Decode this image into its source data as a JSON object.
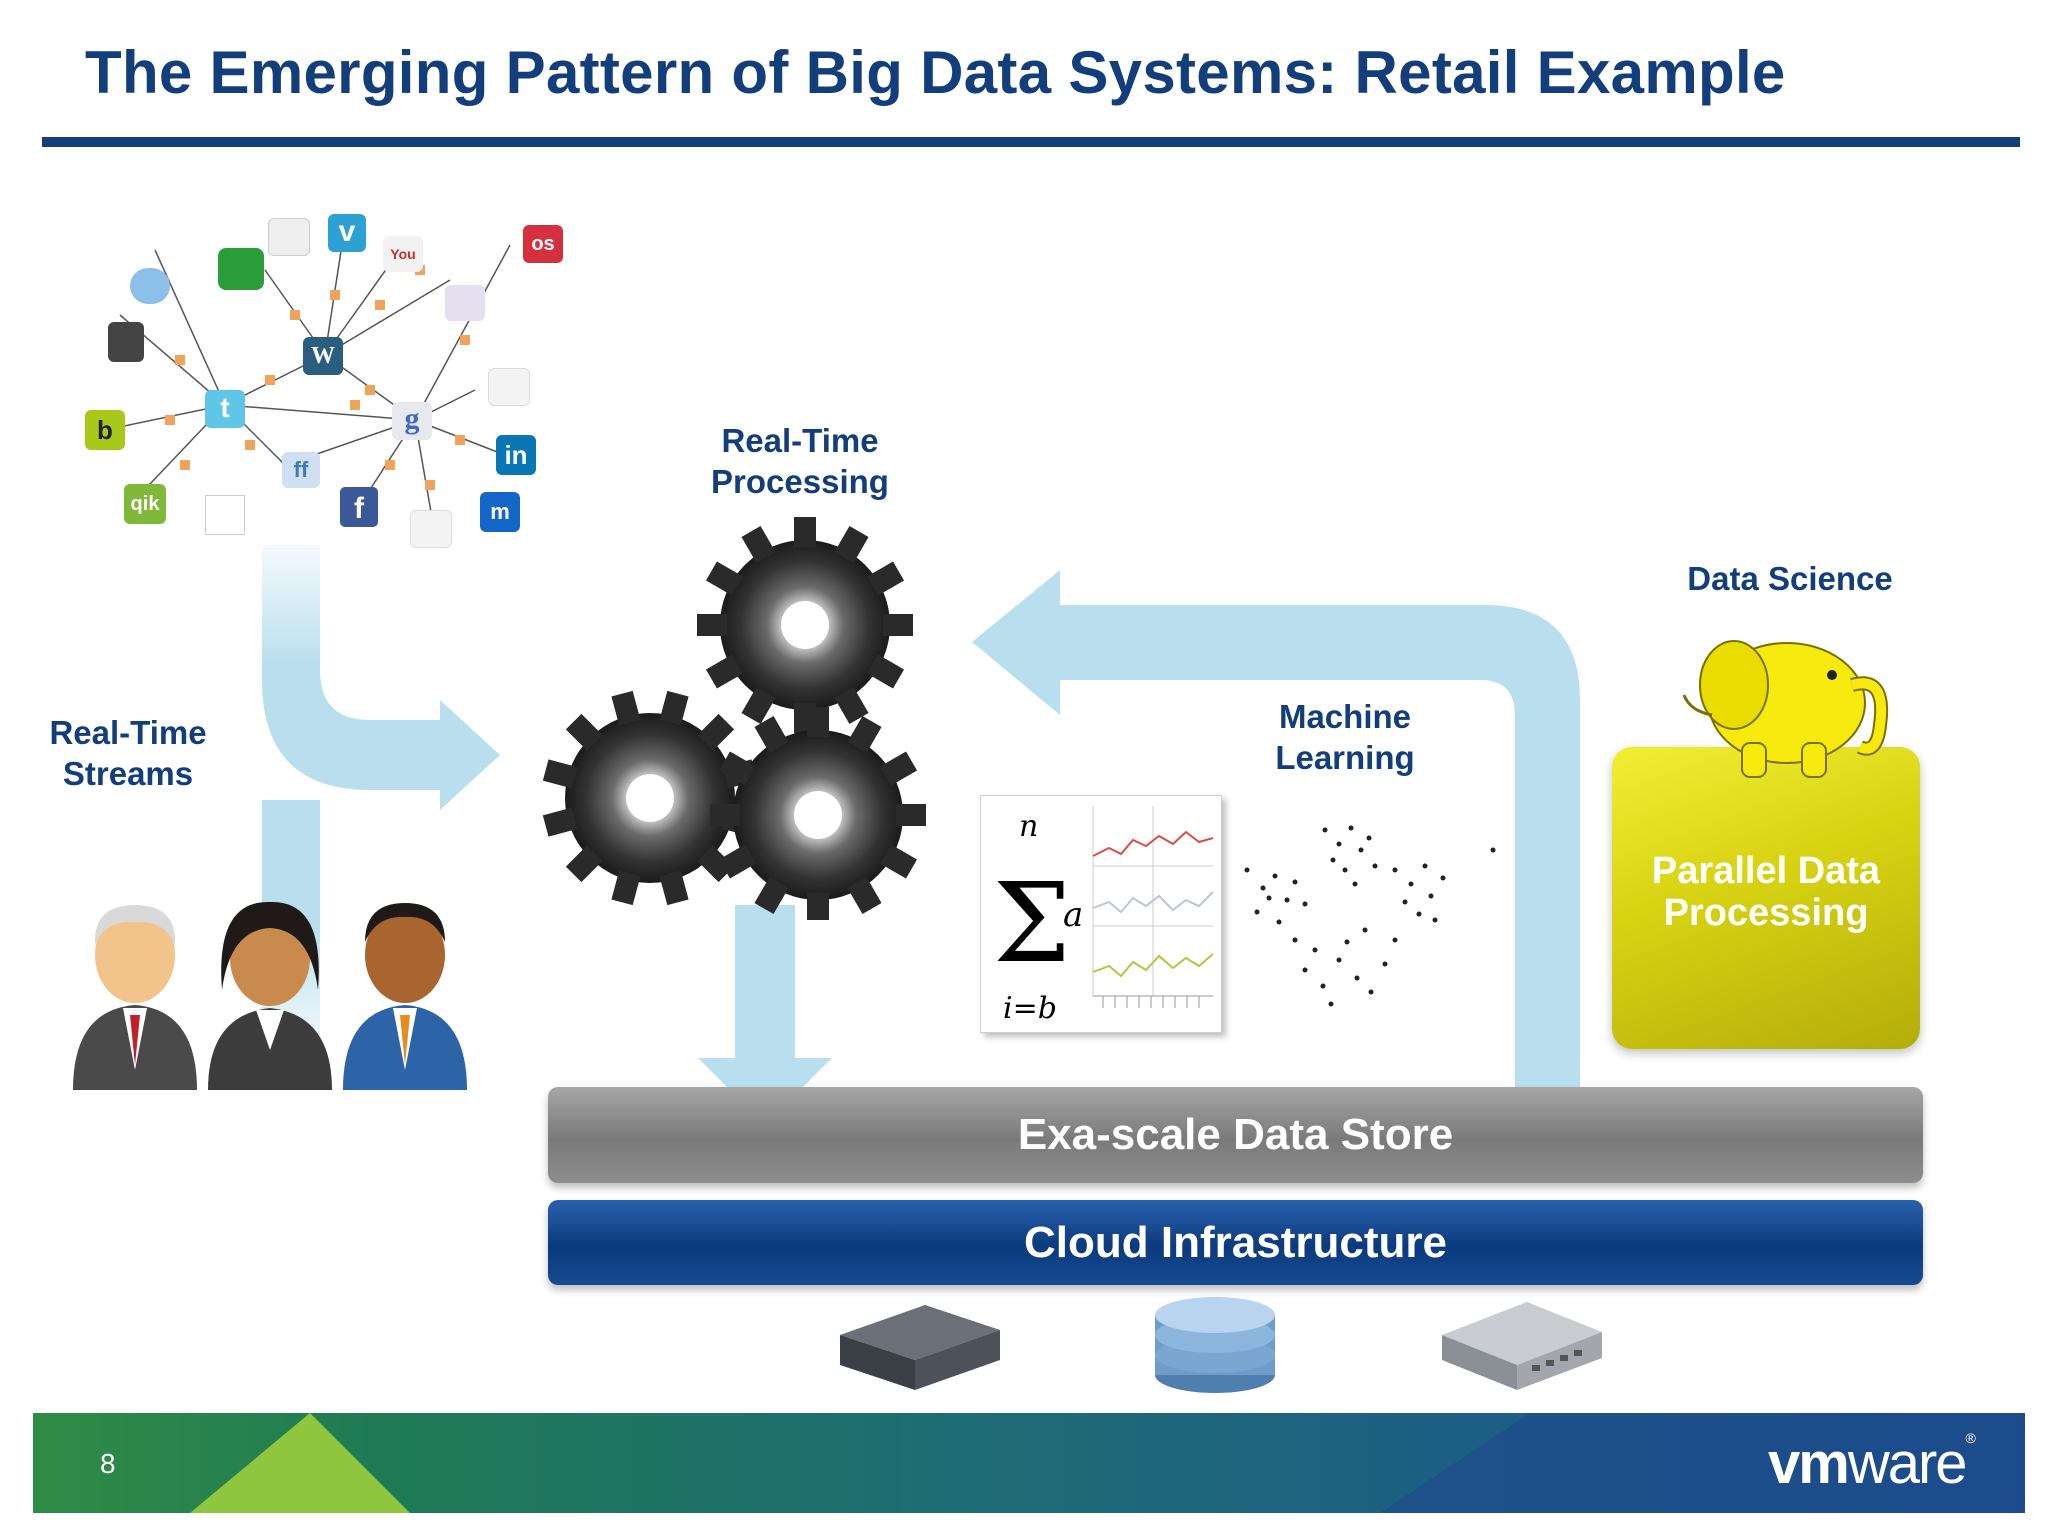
{
  "slide": {
    "title": "The Emerging Pattern of Big Data Systems: Retail Example",
    "page_number": "8"
  },
  "labels": {
    "realtime_streams": "Real-Time Streams",
    "realtime_processing": "Real-Time Processing",
    "machine_learning": "Machine Learning",
    "data_science": "Data Science",
    "parallel_processing": "Parallel Data Processing"
  },
  "layers": {
    "data_store": "Exa-scale Data Store",
    "cloud_infrastructure": "Cloud Infrastructure"
  },
  "formula": {
    "upper": "n",
    "lower": "i=b",
    "term": "a"
  },
  "logo": {
    "main_bold": "vm",
    "main_light": "ware",
    "mark": "®"
  },
  "social_icons": [
    {
      "name": "vimeo",
      "glyph": "v"
    },
    {
      "name": "linkedin",
      "glyph": "in"
    },
    {
      "name": "facebook",
      "glyph": "f"
    },
    {
      "name": "qik",
      "glyph": "qik"
    },
    {
      "name": "lastfm",
      "glyph": "os"
    },
    {
      "name": "google",
      "glyph": "g"
    },
    {
      "name": "wordpress",
      "glyph": "W"
    },
    {
      "name": "twitter",
      "glyph": "t"
    },
    {
      "name": "friendfeed",
      "glyph": "ff"
    },
    {
      "name": "youtube",
      "glyph": "You"
    },
    {
      "name": "blip",
      "glyph": "b"
    },
    {
      "name": "myspace",
      "glyph": "m"
    }
  ],
  "colors": {
    "title_blue": "#123e7c",
    "arrow_blue": "#b9dfee",
    "hadoop_yellow": "#e2de1b",
    "store_gray": "#8a8a8a",
    "cloud_blue": "#0b3a7d"
  }
}
